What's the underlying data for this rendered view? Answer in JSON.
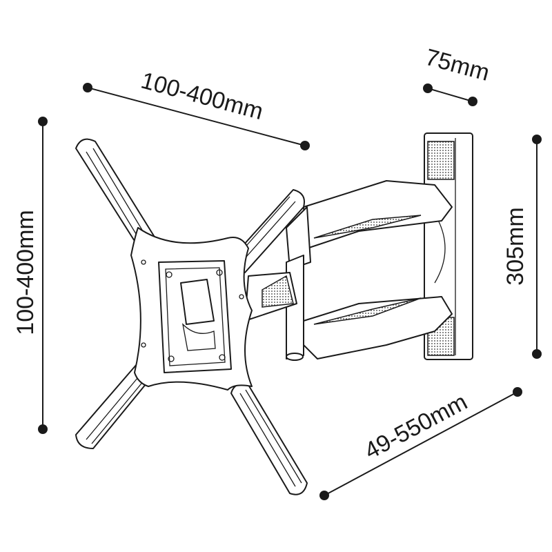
{
  "dimensions": {
    "vesa_horizontal": "100-400mm",
    "vesa_vertical": "100-400mm",
    "wall_plate_width": "75mm",
    "wall_plate_height": "305mm",
    "extension": "49-550mm"
  },
  "colors": {
    "line": "#1a1a1a",
    "background": "#ffffff"
  }
}
